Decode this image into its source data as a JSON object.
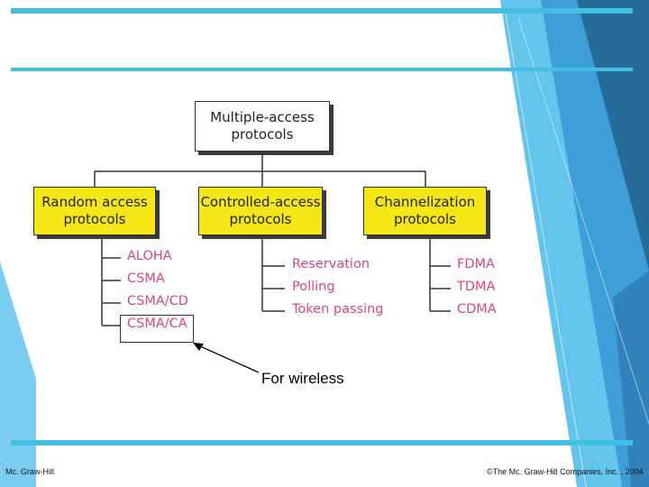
{
  "diagram": {
    "root": "Multiple-access\nprotocols",
    "categories": [
      {
        "label": "Random access\nprotocols",
        "items": [
          "ALOHA",
          "CSMA",
          "CSMA/CD",
          "CSMA/CA"
        ]
      },
      {
        "label": "Controlled-access\nprotocols",
        "items": [
          "Reservation",
          "Polling",
          "Token passing"
        ]
      },
      {
        "label": "Channelization\nprotocols",
        "items": [
          "FDMA",
          "TDMA",
          "CDMA"
        ]
      }
    ],
    "annotation": "For wireless"
  },
  "footer": {
    "left": "Mc. Graw-Hill",
    "right": "©The Mc. Graw-Hill Companies, Inc. , 2004"
  },
  "colors": {
    "accent_bar": "#41c0e4",
    "category_fill": "#f5e617",
    "item_text": "#e0447a"
  }
}
